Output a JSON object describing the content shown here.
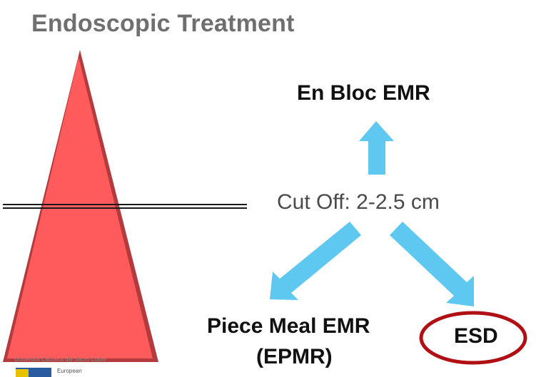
{
  "title": "Endoscopic Treatment",
  "nodes": {
    "top": "En Bloc EMR",
    "center": "Cut Off: 2-2.5 cm",
    "left_line1": "Piece Meal EMR",
    "left_line2": "(EPMR)",
    "right": "ESD"
  },
  "footer": {
    "institution": "Universita Cattolica del Sacro Cuore",
    "logo_text": "European"
  },
  "colors": {
    "triangle_fill": "#ff5a5c",
    "triangle_edge": "#b33b3d",
    "arrow": "#5fc8f0",
    "esd_outline": "#b00f14",
    "title": "#6f6f6f"
  }
}
